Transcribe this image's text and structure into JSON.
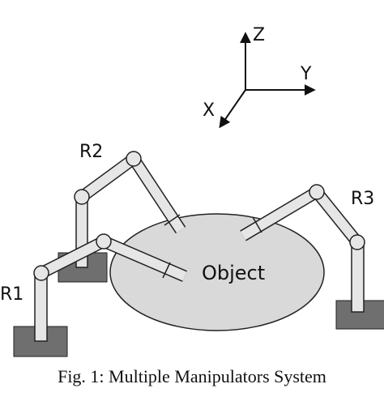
{
  "axes": {
    "z_label": "Z",
    "y_label": "Y",
    "x_label": "X"
  },
  "object": {
    "label": "Object"
  },
  "robots": {
    "r1": "R1",
    "r2": "R2",
    "r3": "R3"
  },
  "caption": "Fig. 1: Multiple Manipulators System",
  "colors": {
    "object_fill": "#d9d9d9",
    "base_fill": "#6f6f6f",
    "link_fill": "#e6e6e6",
    "stroke": "#222222"
  }
}
